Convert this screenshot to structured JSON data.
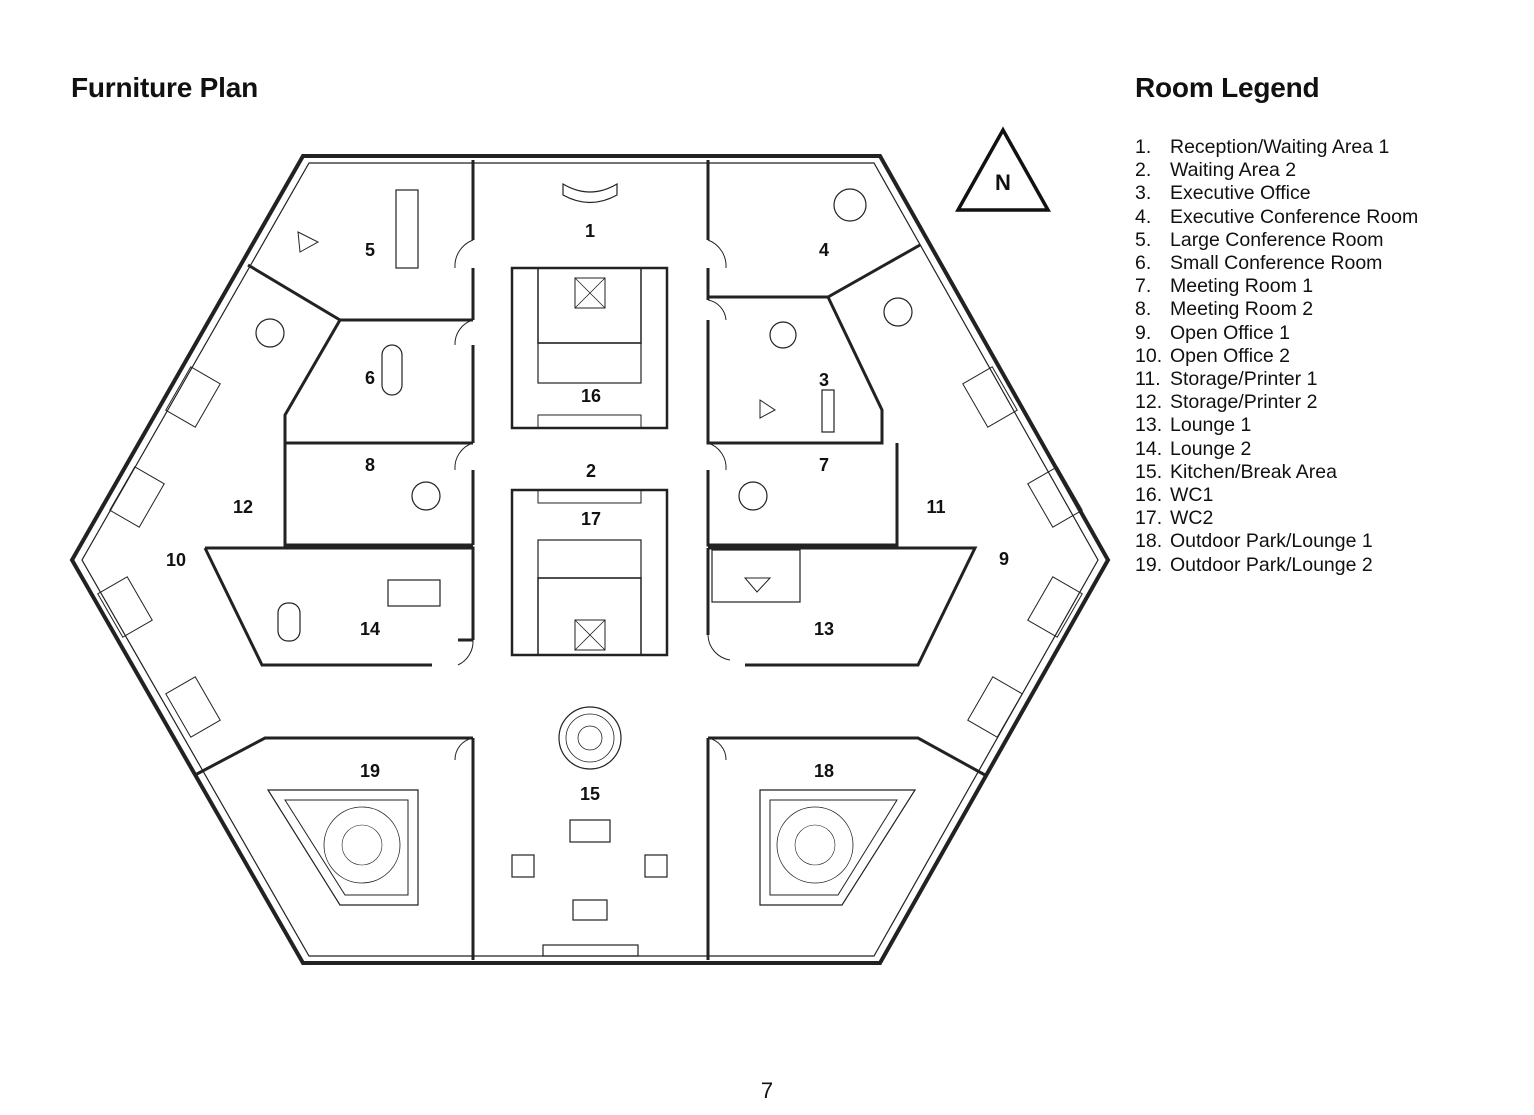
{
  "plan_title": "Furniture Plan",
  "legend_title": "Room Legend",
  "north_label": "N",
  "page_number": "7",
  "rooms": [
    {
      "number": "1",
      "name": "Reception/Waiting Area 1"
    },
    {
      "number": "2",
      "name": "Waiting Area 2"
    },
    {
      "number": "3",
      "name": "Executive Office"
    },
    {
      "number": "4",
      "name": "Executive Conference Room"
    },
    {
      "number": "5",
      "name": "Large Conference Room"
    },
    {
      "number": "6",
      "name": "Small Conference Room"
    },
    {
      "number": "7",
      "name": "Meeting Room 1"
    },
    {
      "number": "8",
      "name": "Meeting Room 2"
    },
    {
      "number": "9",
      "name": "Open Office 1"
    },
    {
      "number": "10",
      "name": "Open Office 2"
    },
    {
      "number": "11",
      "name": "Storage/Printer 1"
    },
    {
      "number": "12",
      "name": "Storage/Printer 2"
    },
    {
      "number": "13",
      "name": "Lounge 1"
    },
    {
      "number": "14",
      "name": "Lounge 2"
    },
    {
      "number": "15",
      "name": "Kitchen/Break Area"
    },
    {
      "number": "16",
      "name": "WC1"
    },
    {
      "number": "17",
      "name": "WC2"
    },
    {
      "number": "18",
      "name": "Outdoor Park/Lounge 1"
    },
    {
      "number": "19",
      "name": "Outdoor Park/Lounge 2"
    }
  ]
}
